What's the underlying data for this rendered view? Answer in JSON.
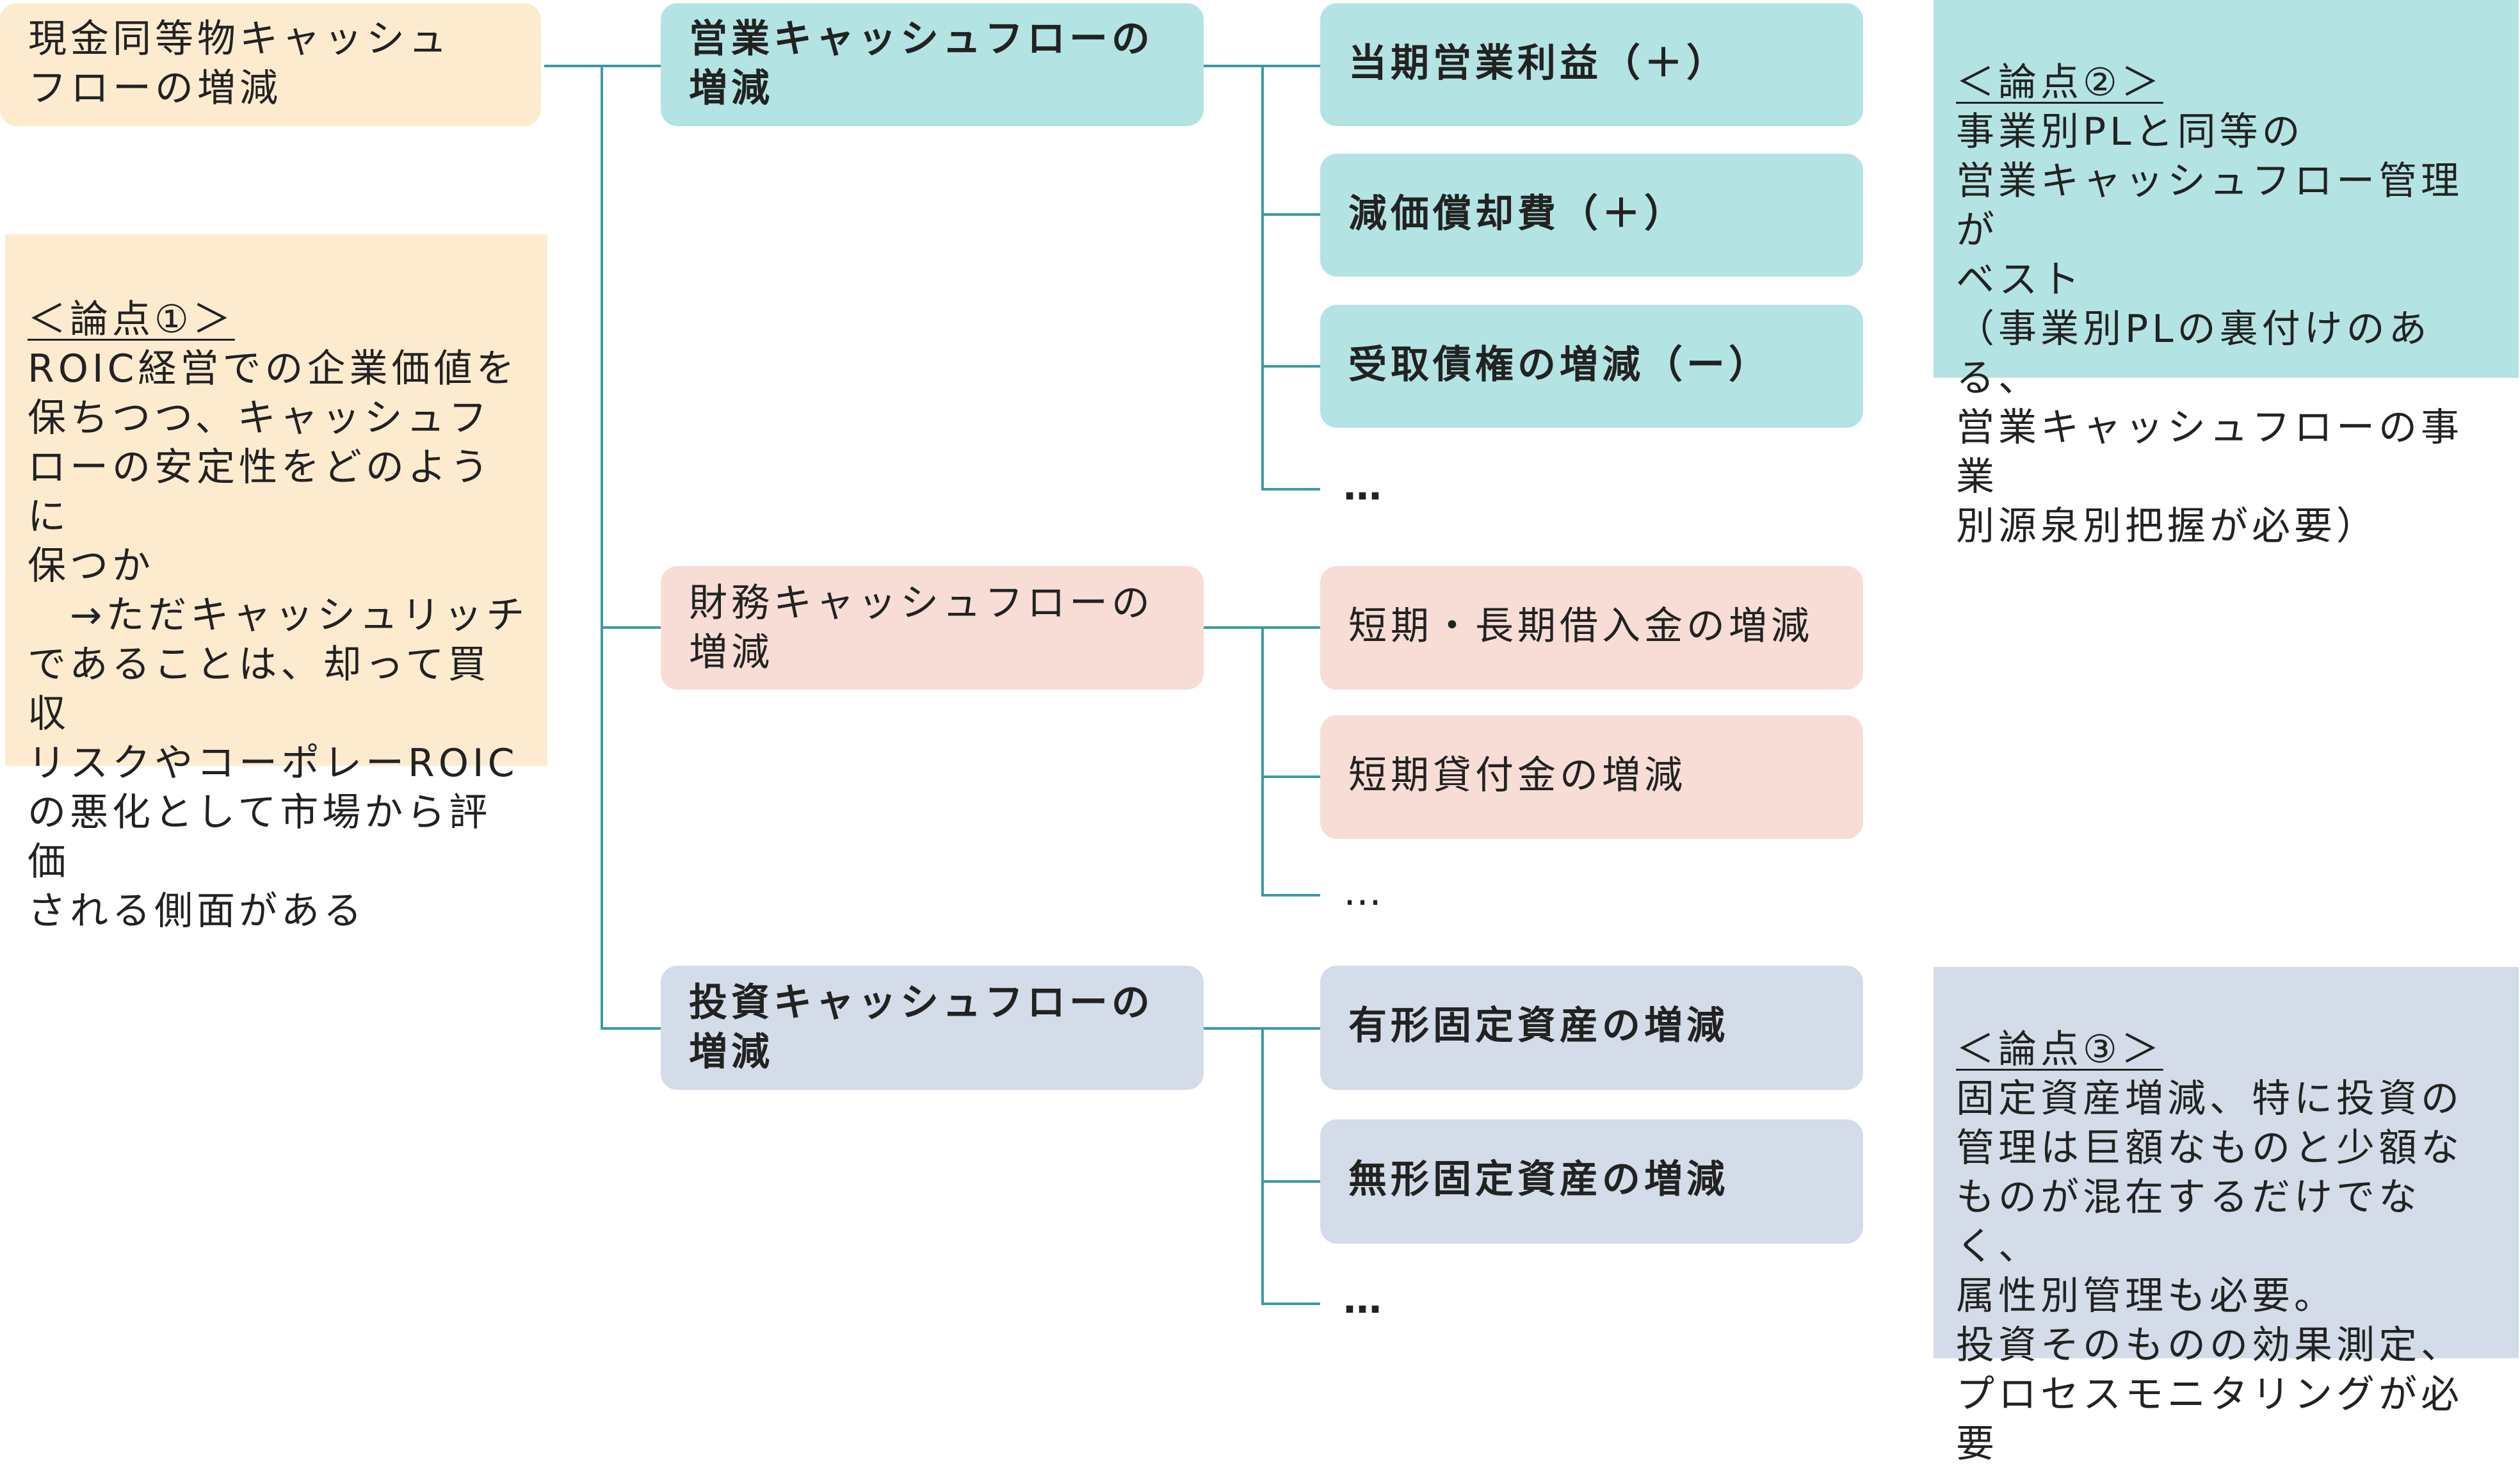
{
  "colors": {
    "orange": "#fdebd0",
    "teal": "#b4e3e4",
    "pink": "#f7ddd5",
    "slate": "#d3dce8",
    "line": "#3a9aa5"
  },
  "root": {
    "text": "現金同等物キャッシュ\nフローの増減"
  },
  "categories": [
    {
      "label": "営業キャッシュフローの\n増減"
    },
    {
      "label": "財務キャッシュフローの\n増減"
    },
    {
      "label": "投資キャッシュフローの\n増減"
    }
  ],
  "items": [
    {
      "label": "当期営業利益（＋）"
    },
    {
      "label": "減価償却費（＋）"
    },
    {
      "label": "受取債権の増減（ー）"
    },
    {
      "label": "短期・長期借入金の増減"
    },
    {
      "label": "短期貸付金の増減"
    },
    {
      "label": "有形固定資産の増減"
    },
    {
      "label": "無形固定資産の増減"
    }
  ],
  "ellipsis": "…",
  "notes": [
    {
      "heading": "＜論点①＞",
      "body": "ROIC経営での企業価値を\n保ちつつ、キャッシュフ\nローの安定性をどのように\n保つか\n　→ただキャッシュリッチ\nであることは、却って買収\nリスクやコーポレーROIC\nの悪化として市場から評価\nされる側面がある"
    },
    {
      "heading": "＜論点②＞",
      "body": "事業別PLと同等の\n営業キャッシュフロー管理が\nベスト\n（事業別PLの裏付けのある、\n営業キャッシュフローの事業\n別源泉別把握が必要）"
    },
    {
      "heading": "＜論点③＞",
      "body": "固定資産増減、特に投資の\n管理は巨額なものと少額な\nものが混在するだけでなく、\n属性別管理も必要。\n投資そのものの効果測定、\nプロセスモニタリングが必要"
    }
  ]
}
